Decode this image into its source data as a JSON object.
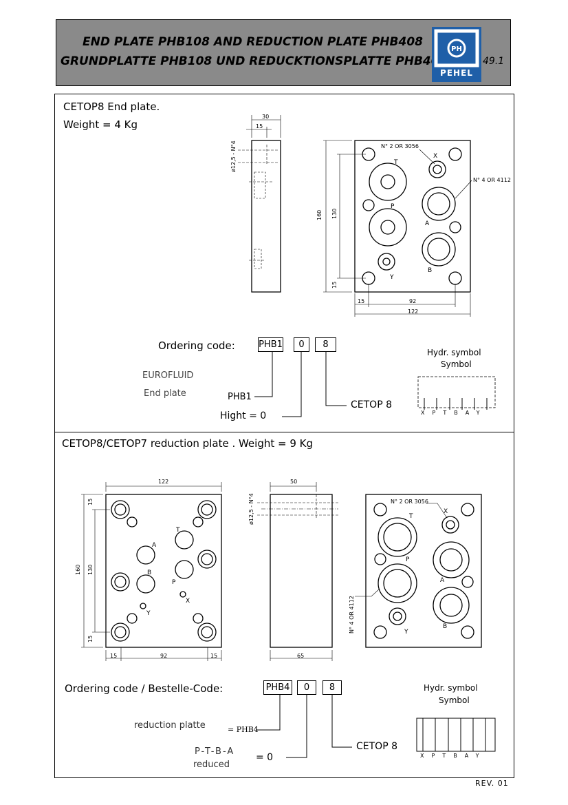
{
  "header": {
    "title_line1": "END PLATE PHB108 AND REDUCTION PLATE PHB408",
    "title_line2": "GRUNDPLATTE PHB108 UND REDUCKTIONSPLATTE PHB408",
    "page_number": "49.1",
    "logo_text": "PEHEL",
    "logo_badge": "PH"
  },
  "section1": {
    "title": "CETOP8 End plate.",
    "weight": "Weight = 4 Kg",
    "ordering_label": "Ordering code:",
    "code_boxes": [
      "PHB1",
      "0",
      "8"
    ],
    "eurofluid": "EUROFLUID",
    "end_plate": "End plate",
    "phb1_label": "PHB1",
    "hight_label": "Hight = 0",
    "cetop_label": "CETOP 8",
    "symbol_line1": "Hydr. symbol",
    "symbol_line2": "Symbol",
    "symbol_ports": [
      "X",
      "P",
      "T",
      "B",
      "A",
      "Y"
    ],
    "side_dims": {
      "top": "30",
      "sub": "15",
      "left": "ø12,5 - N°4"
    },
    "front_dims": {
      "height": "160",
      "inner": "130",
      "bottom": "15",
      "b15": "15",
      "b92": "92",
      "total": "122"
    },
    "front_notes": {
      "note1": "N° 2 OR 3056",
      "note2": "N° 4 OR 4112"
    },
    "ports": {
      "T": "T",
      "X": "X",
      "P": "P",
      "A": "A",
      "Y": "Y",
      "B": "B"
    }
  },
  "section2": {
    "title": "CETOP8/CETOP7 reduction plate . Weight = 9 Kg",
    "ordering_label": "Ordering code / Bestelle-Code:",
    "code_boxes": [
      "PHB4",
      "0",
      "8"
    ],
    "reduction_label": "reduction platte",
    "phb4_label": "= PHB4",
    "ptba_label": "P-T-B-A",
    "reduced_label": "reduced",
    "eq0": "= 0",
    "cetop_label": "CETOP 8",
    "symbol_line1": "Hydr. symbol",
    "symbol_line2": "Symbol",
    "symbol_ports": [
      "X",
      "P",
      "T",
      "B",
      "A",
      "Y"
    ],
    "left_dims": {
      "top": "122",
      "h160": "160",
      "h130": "130",
      "t15": "15",
      "b15": "15",
      "b15a": "15",
      "b92": "92",
      "b15b": "15"
    },
    "left_ports": {
      "A": "A",
      "T": "T",
      "B": "B",
      "P": "P",
      "Y": "Y",
      "X": "X"
    },
    "side_dims": {
      "top": "50",
      "bottom": "65",
      "left": "ø12,5 - N°4"
    },
    "right_notes": {
      "note1": "N° 2 OR 3056",
      "note2": "N° 4 OR 4112"
    },
    "right_ports": {
      "T": "T",
      "X": "X",
      "P": "P",
      "A": "A",
      "Y": "Y",
      "B": "B"
    }
  },
  "footer": {
    "revision": "REV. 01"
  }
}
